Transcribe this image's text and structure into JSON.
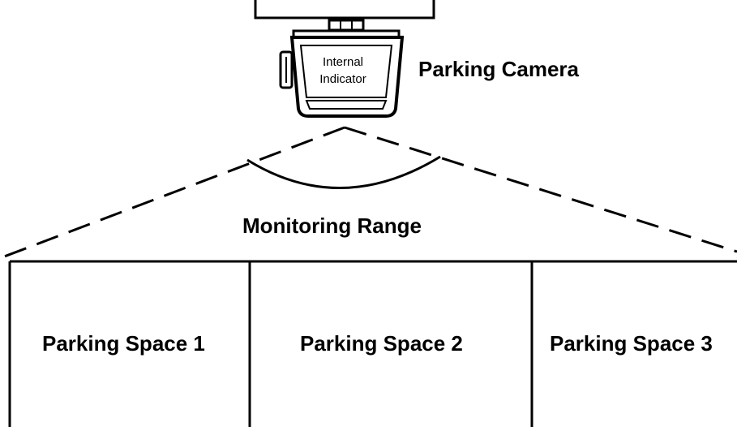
{
  "camera": {
    "title": "Parking Camera",
    "indicator_line1": "Internal",
    "indicator_line2": "Indicator"
  },
  "range": {
    "label": "Monitoring Range"
  },
  "spaces": [
    {
      "label": "Parking Space 1"
    },
    {
      "label": "Parking Space 2"
    },
    {
      "label": "Parking Space 3"
    }
  ],
  "colors": {
    "stroke": "#000000",
    "background": "#ffffff"
  }
}
